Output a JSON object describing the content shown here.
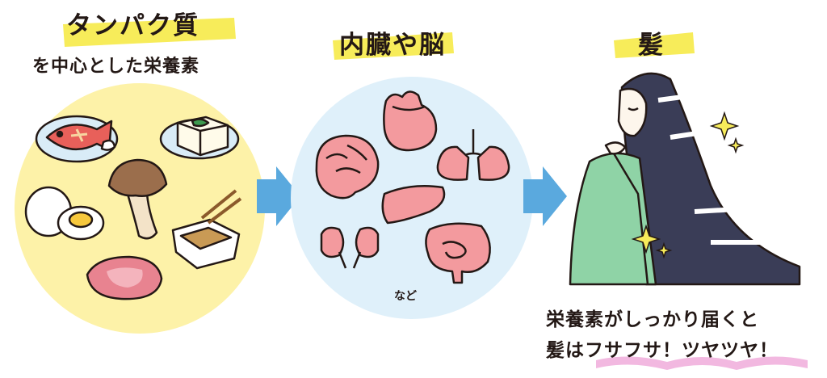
{
  "panels": [
    {
      "title": "タンパク質",
      "subtitle": "を中心とした栄養素"
    },
    {
      "title": "内臓や脳",
      "note": "など"
    },
    {
      "title": "髪"
    }
  ],
  "caption": {
    "line1": "栄養素がしっかり届くと",
    "line2": "髪はフサフサ！ツヤツヤ！"
  },
  "colors": {
    "yellow_circle": "#fdf2a8",
    "blue_circle": "#dff0fa",
    "arrow": "#5aa9de",
    "highlight_yellow": "#f7ec5a",
    "highlight_pink": "#f2b8e0",
    "organ": "#f39a9e",
    "kimono": "#8fd3a6",
    "hair": "#3a3d57"
  }
}
